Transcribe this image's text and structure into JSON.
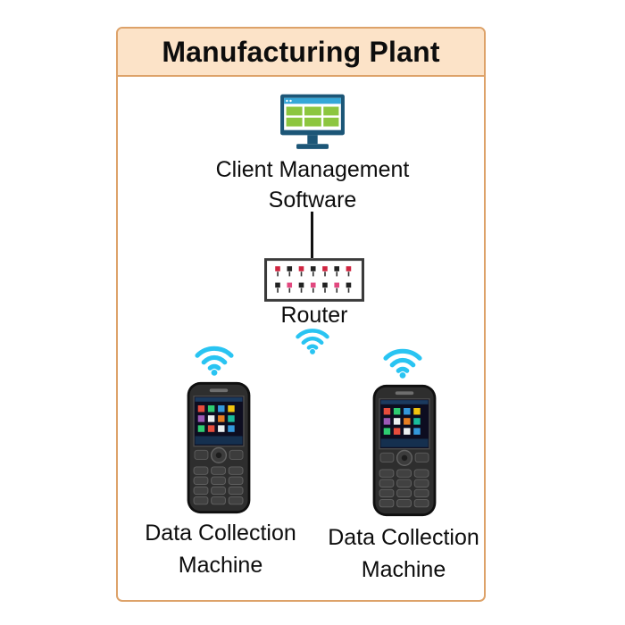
{
  "title": "Manufacturing Plant",
  "client": {
    "line1": "Client Management",
    "line2": "Software"
  },
  "router": {
    "label": "Router"
  },
  "devices": [
    {
      "line1": "Data Collection",
      "line2": "Machine"
    },
    {
      "line1": "Data Collection",
      "line2": "Machine"
    }
  ],
  "icons": {
    "client": "desktop-monitor-icon",
    "router": "router-icon",
    "wireless": "wifi-icon",
    "device": "handheld-terminal-icon"
  },
  "colors": {
    "frame_border": "#dda269",
    "title_bg": "#fce3c8",
    "wifi": "#29c4f2",
    "connector": "#111111",
    "monitor_frame": "#1c5677",
    "monitor_green": "#8cc63f",
    "router_dot_red": "#cf2540",
    "router_dot_pink": "#e2487f"
  }
}
